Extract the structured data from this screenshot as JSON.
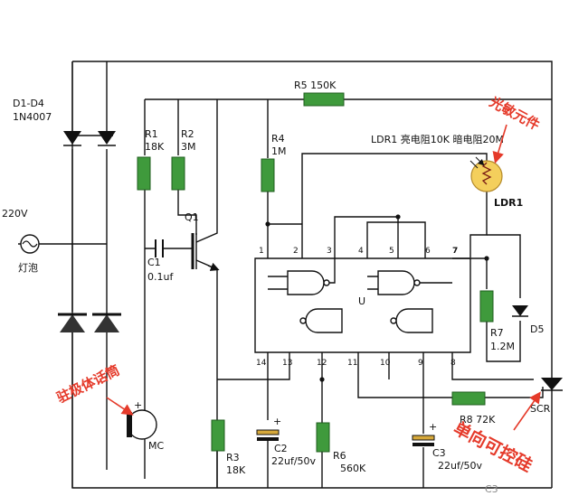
{
  "colors": {
    "wire": "#111111",
    "resistor": "#3f9a3c",
    "annotation": "#e53a2a",
    "ldr_body": "#f4cf5c"
  },
  "labels": {
    "d1d4": "D1-D4",
    "diode_part": "1N4007",
    "r5": "R5 150K",
    "r1_name": "R1",
    "r1_val": "18K",
    "r2_name": "R2",
    "r2_val": "3M",
    "r4_name": "R4",
    "r4_val": "1M",
    "ldr_spec": "LDR1 亮电阻10K 暗电阻20M",
    "ldr_name": "LDR1",
    "v220": "220V",
    "lamp": "灯泡",
    "q1": "Q1",
    "c1_name": "C1",
    "c1_val": "0.1uf",
    "chip": "U",
    "r7_name": "R7",
    "r7_val": "1.2M",
    "d5": "D5",
    "r8": "R8 72K",
    "scr": "SCR",
    "mc": "MC",
    "r3_name": "R3",
    "r3_val": "18K",
    "c2_name": "C2",
    "c2_val": "22uf/50v",
    "r6_name": "R6",
    "r6_val": "560K",
    "c3_name": "C3",
    "c3_val": "22uf/50v",
    "c3_bottom": "C3",
    "plus": "+"
  },
  "pins": [
    "1",
    "2",
    "3",
    "4",
    "5",
    "6",
    "7",
    "14",
    "13",
    "12",
    "11",
    "10",
    "9",
    "8"
  ],
  "annotations": {
    "photo_element": "光敏元件",
    "electret_mic": "驻极体话筒",
    "scr_unidirectional": "单向可控硅"
  }
}
